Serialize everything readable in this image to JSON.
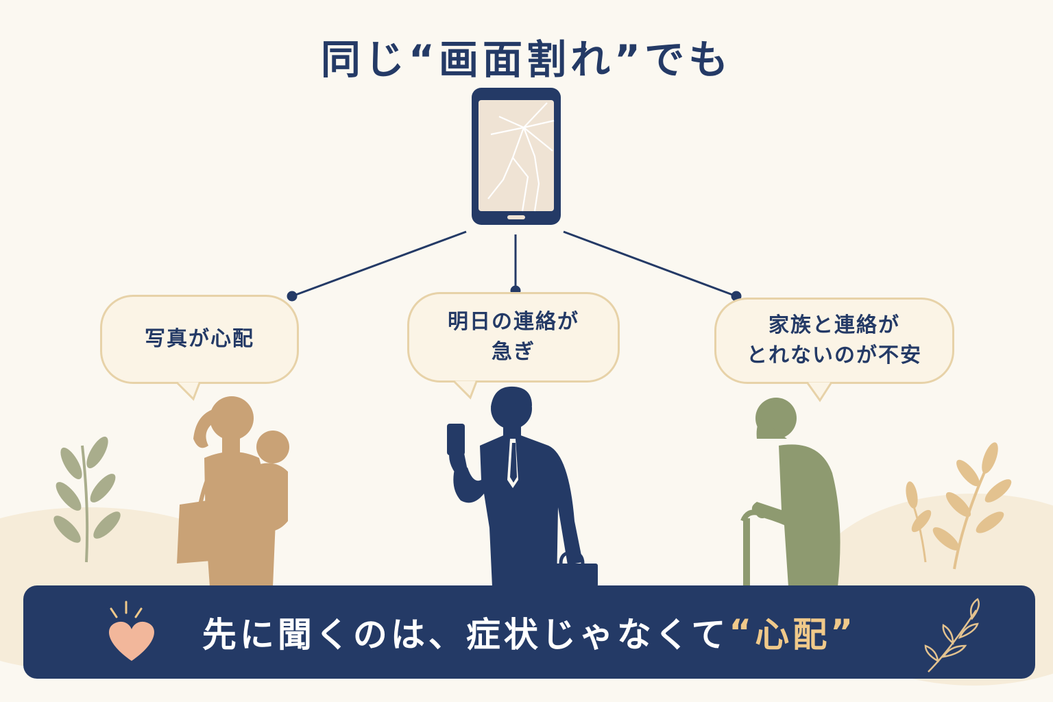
{
  "title": "同じ“画面割れ”でも",
  "bubbles": [
    {
      "text": "写真が心配"
    },
    {
      "text": "明日の連絡が\n急ぎ"
    },
    {
      "text": "家族と連絡が\nとれないのが不安"
    }
  ],
  "banner": {
    "lead": "先に聞くのは、症状じゃなくて",
    "quote_open": "“",
    "emphasis": "心配",
    "quote_close": "”"
  },
  "colors": {
    "navy": "#243a66",
    "mother": "#c9a276",
    "elder": "#8e9a70",
    "bubble_border": "#e7d2a8",
    "heart": "#f2b79b",
    "emphasis": "#f0c98a"
  },
  "icons": [
    "broken-phone-icon",
    "heart-icon",
    "sparkle-icon",
    "leaf-sprig-icon"
  ]
}
